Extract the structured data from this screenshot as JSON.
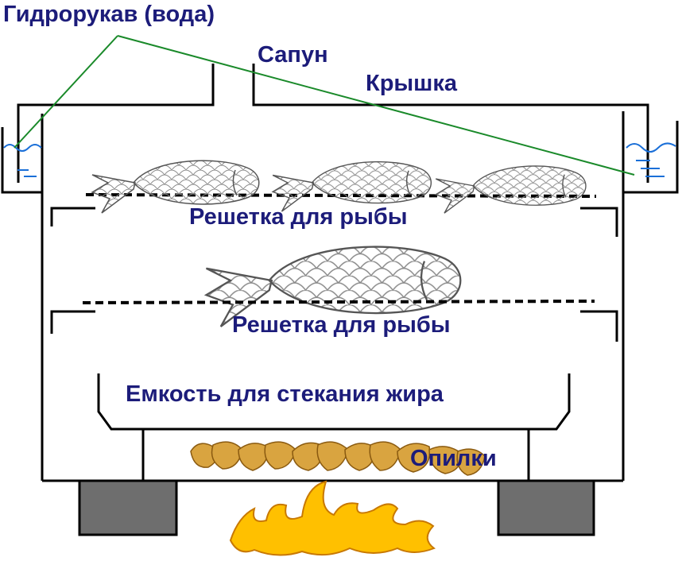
{
  "labels": {
    "hose": "Гидрорукав (вода)",
    "breather": "Сапун",
    "lid": "Крышка",
    "grate_upper": "Решетка для рыбы",
    "grate_lower": "Решетка для рыбы",
    "drip_tray": "Емкость для стекания жира",
    "sawdust": "Опилки"
  },
  "colors": {
    "outline": "#000000",
    "text": "#1c1c7a",
    "water": "#1a6fd8",
    "hose_line": "#1a8a2a",
    "legs": "#6e6e6e",
    "sawdust": "#d9a440",
    "fire": "#ffc000",
    "fire_edge": "#c87800",
    "fish_scale": "#8a8a8a"
  },
  "icons": [
    "fish-icon",
    "fire-icon",
    "sawdust-icon",
    "water-wave-icon"
  ]
}
